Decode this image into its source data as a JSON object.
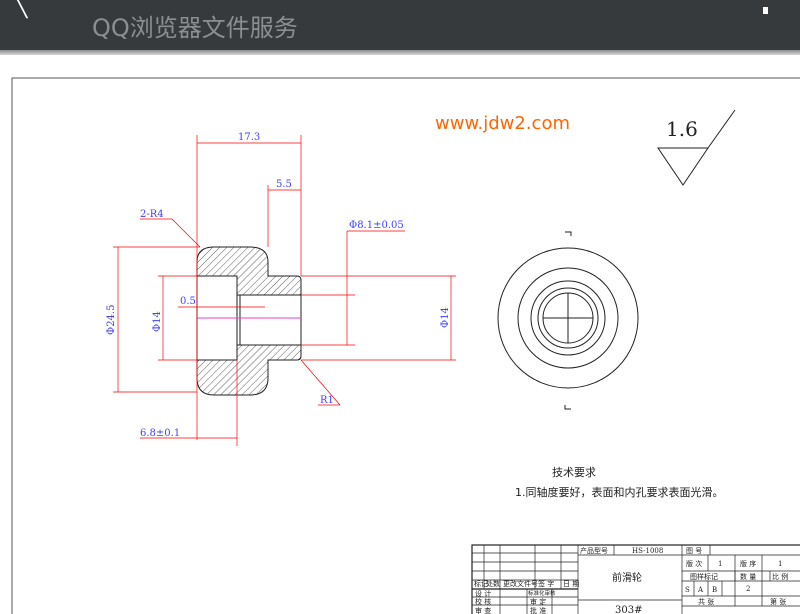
{
  "header": {
    "title": "QQ浏览器文件服务",
    "back_icon": "back-arrow-icon",
    "menu_icon": "more-icon"
  },
  "drawing": {
    "watermark": "www.jdw2.com",
    "roughness": "1.6",
    "dims": {
      "length": "17.3",
      "hub": "5.5",
      "fillet_outer": "2-R4",
      "bore_small": "Φ8.1±0.05",
      "flange_dia": "Φ24.5",
      "bore_large": "Φ14",
      "groove": "0.5",
      "hub_dia": "Φ14",
      "fillet_inner": "R1",
      "depth": "6.8±0.1"
    },
    "tech_req_title": "技术要求",
    "tech_req_1": "1.同轴度要好，表面和内孔要求表面光滑。"
  },
  "title_block": {
    "product_model_label": "产品型号",
    "product_model": "HS-1008",
    "drawing_no_label": "图 号",
    "part_name": "前滑轮",
    "material": "303#",
    "version_label": "版 次",
    "version": "1",
    "sequence_label": "版 序",
    "sequence": "1",
    "mark_label": "图样标记",
    "qty_label": "数 量",
    "scale_label": "比 例",
    "s": "S",
    "a": "A",
    "b": "B",
    "qty": "2",
    "total_label": "共 张",
    "sheet_label": "第 张",
    "rev_cols": [
      "标记",
      "处数",
      "更改文件号",
      "签 字",
      "日 期"
    ],
    "design": "设 计",
    "check": "校 核",
    "review": "审 查",
    "std_check": "标准化审核",
    "verify": "审 定",
    "approve": "批 准"
  }
}
